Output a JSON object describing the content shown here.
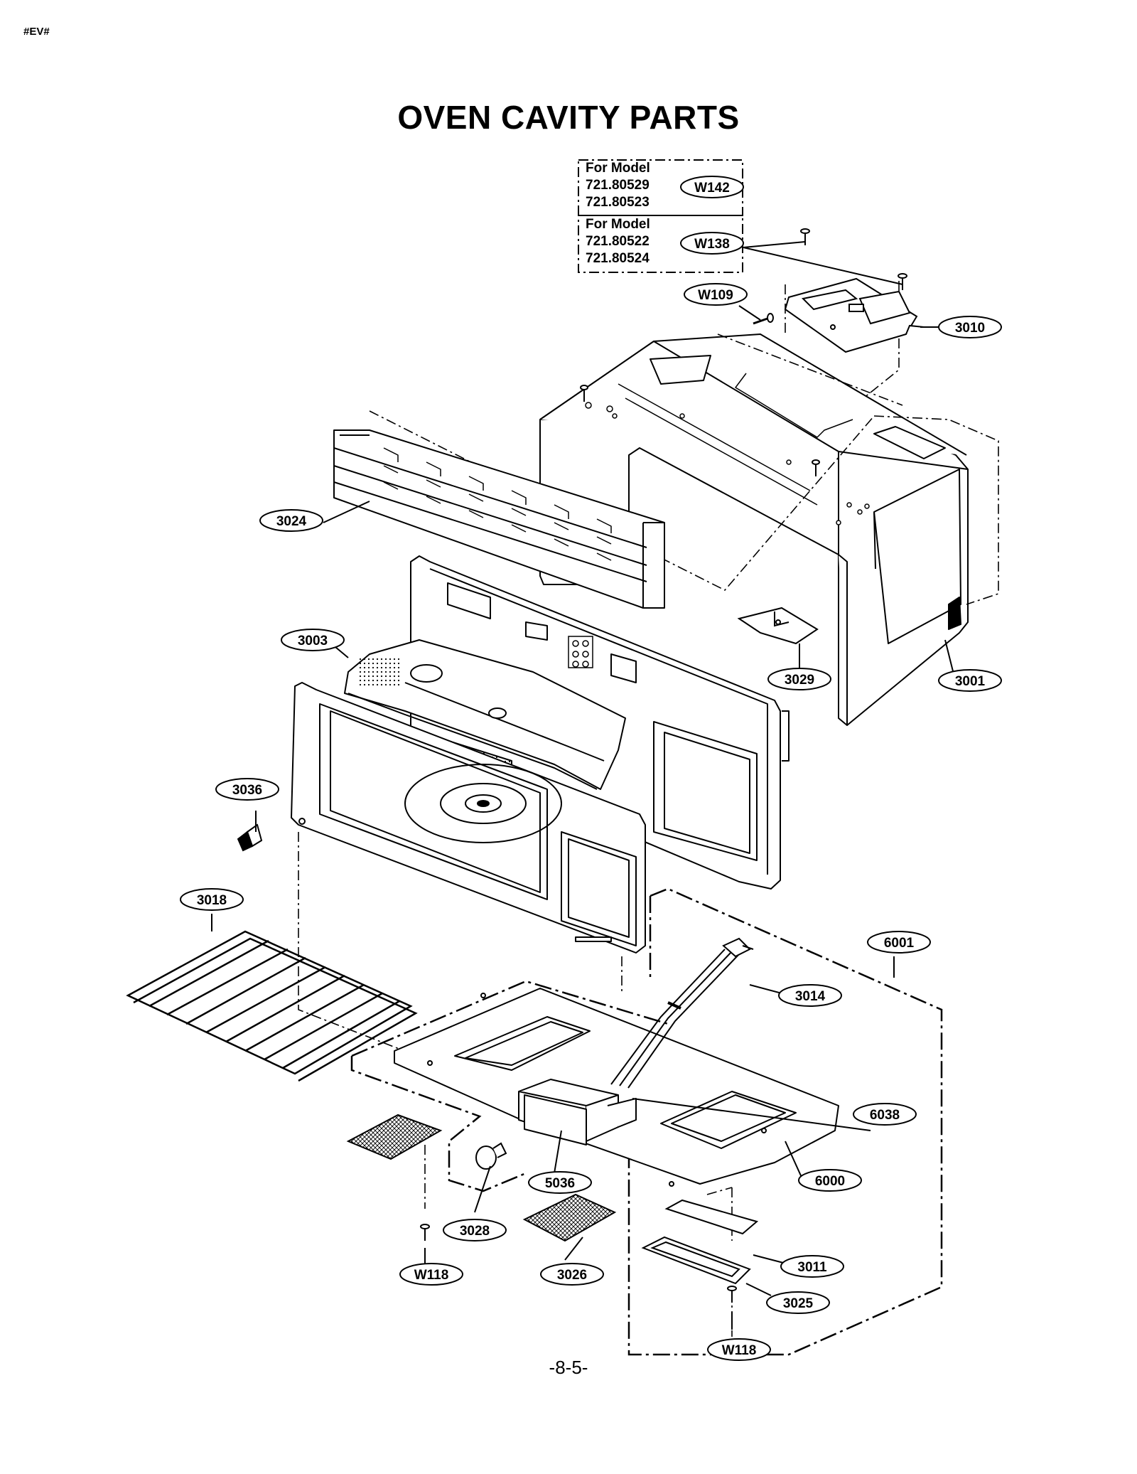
{
  "header": {
    "code": "#EV#"
  },
  "title": "OVEN CAVITY PARTS",
  "model_groups": [
    {
      "heading": "For Model",
      "models": [
        "721.80529",
        "721.80523"
      ],
      "part": "W142"
    },
    {
      "heading": "For Model",
      "models": [
        "721.80522",
        "721.80524"
      ],
      "part": "W138"
    }
  ],
  "callouts": {
    "w109": "W109",
    "p3010": "3010",
    "p3024": "3024",
    "p3003": "3003",
    "p3029": "3029",
    "p3001": "3001",
    "p3036": "3036",
    "p3018": "3018",
    "p6001": "6001",
    "p3014": "3014",
    "p6038": "6038",
    "p6000": "6000",
    "p5036": "5036",
    "p3028": "3028",
    "p3026": "3026",
    "w118a": "W118",
    "p3011": "3011",
    "p3025": "3025",
    "w118b": "W118"
  },
  "footer": {
    "page": "-8-5-"
  }
}
